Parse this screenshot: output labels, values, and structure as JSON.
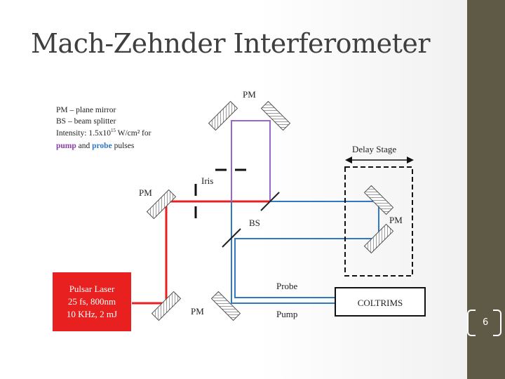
{
  "title": "Mach-Zehnder Interferometer",
  "page_number": "6",
  "legend": {
    "line1": "PM – plane mirror",
    "line2": "BS – beam splitter",
    "line3_prefix": "Intensity: 1.5x10",
    "line3_exp": "15",
    "line3_suffix": " W/cm² for",
    "pump_word": "pump",
    "and_word": " and ",
    "probe_word": "probe",
    "pulses_word": " pulses"
  },
  "labels": {
    "pm_top": "PM",
    "pm_left": "PM",
    "pm_right": "PM",
    "pm_bottom": "PM",
    "iris": "Iris",
    "bs": "BS",
    "delay_stage": "Delay Stage",
    "probe": "Probe",
    "pump": "Pump",
    "coltrims": "COLTRIMS"
  },
  "laser": {
    "line1": "Pulsar Laser",
    "line2": "25 fs, 800nm",
    "line3": "10 KHz, 2 mJ"
  },
  "colors": {
    "red_beam": "#e8201f",
    "purple_beam": "#9966cc",
    "blue_beam": "#2f78c4",
    "laser_box": "#e8201f",
    "sidebar": "#5f5a45",
    "pump_legend": "#8b3fa8",
    "probe_legend": "#2f78c4"
  }
}
